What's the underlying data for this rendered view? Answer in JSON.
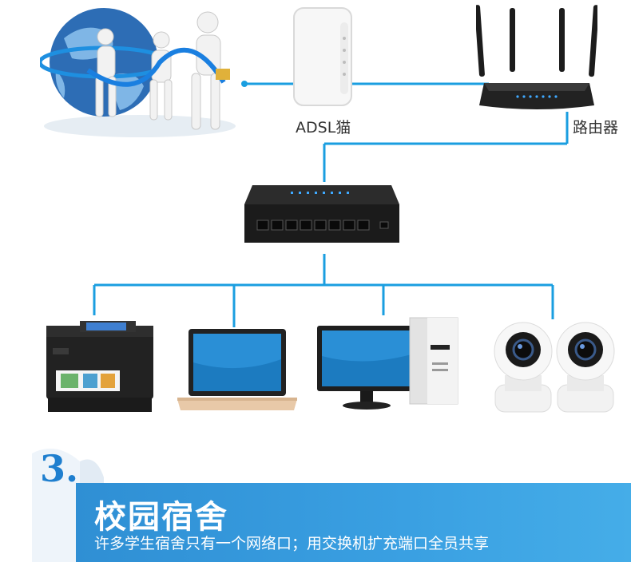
{
  "nodes": {
    "modem": {
      "label": "ADSL猫"
    },
    "router": {
      "label": "路由器"
    }
  },
  "section": {
    "number": "3.",
    "title": "校园宿舍",
    "subtitle": "许多学生宿舍只有一个网络口；用交换机扩充端口全员共享"
  },
  "colors": {
    "link": "#1a9ee0",
    "banner": "#3a9fe0"
  }
}
